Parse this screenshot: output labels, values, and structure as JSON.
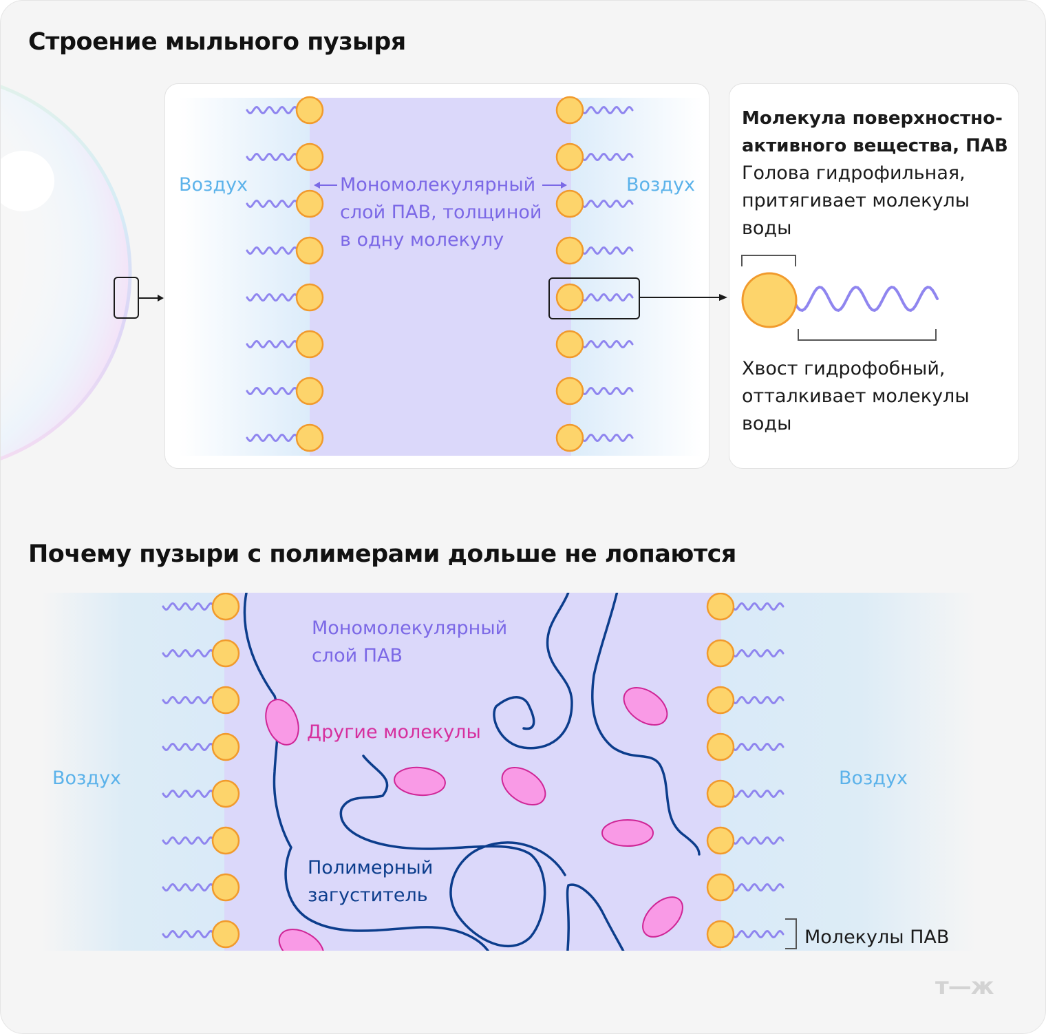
{
  "section1": {
    "title": "Строение мыльного пузыря",
    "air_left": "Воздух",
    "air_right": "Воздух",
    "layer_label": [
      "Мономолекулярный",
      "слой ПАВ, толщиной",
      "в одну молекулу"
    ]
  },
  "molecule_card": {
    "title": [
      "Молекула поверхностно-",
      "активного вещества, ПАВ"
    ],
    "head_desc": [
      "Голова гидрофильная,",
      "притягивает молекулы",
      "воды"
    ],
    "tail_desc": [
      "Хвост гидрофобный,",
      "отталкивает молекулы",
      "воды"
    ]
  },
  "section2": {
    "title": "Почему пузыри с полимерами дольше не лопаются",
    "air_left": "Воздух",
    "air_right": "Воздух",
    "layer_label": [
      "Мономолекулярный",
      "слой ПАВ"
    ],
    "other_molecules": "Другие молекулы",
    "polymer": [
      "Полимерный",
      "загуститель"
    ],
    "surfactant_molecules": "Молекулы ПАВ"
  },
  "logo": "т—ж",
  "colors": {
    "head_fill": "#fdd46b",
    "head_stroke": "#f19a2c",
    "tail": "#8f85ef",
    "layer": "#dbd8fa",
    "air": "#5bb2ea",
    "pink_fill": "#f99ae6",
    "pink_stroke": "#cf2596",
    "polymer": "#0c3d8c"
  }
}
